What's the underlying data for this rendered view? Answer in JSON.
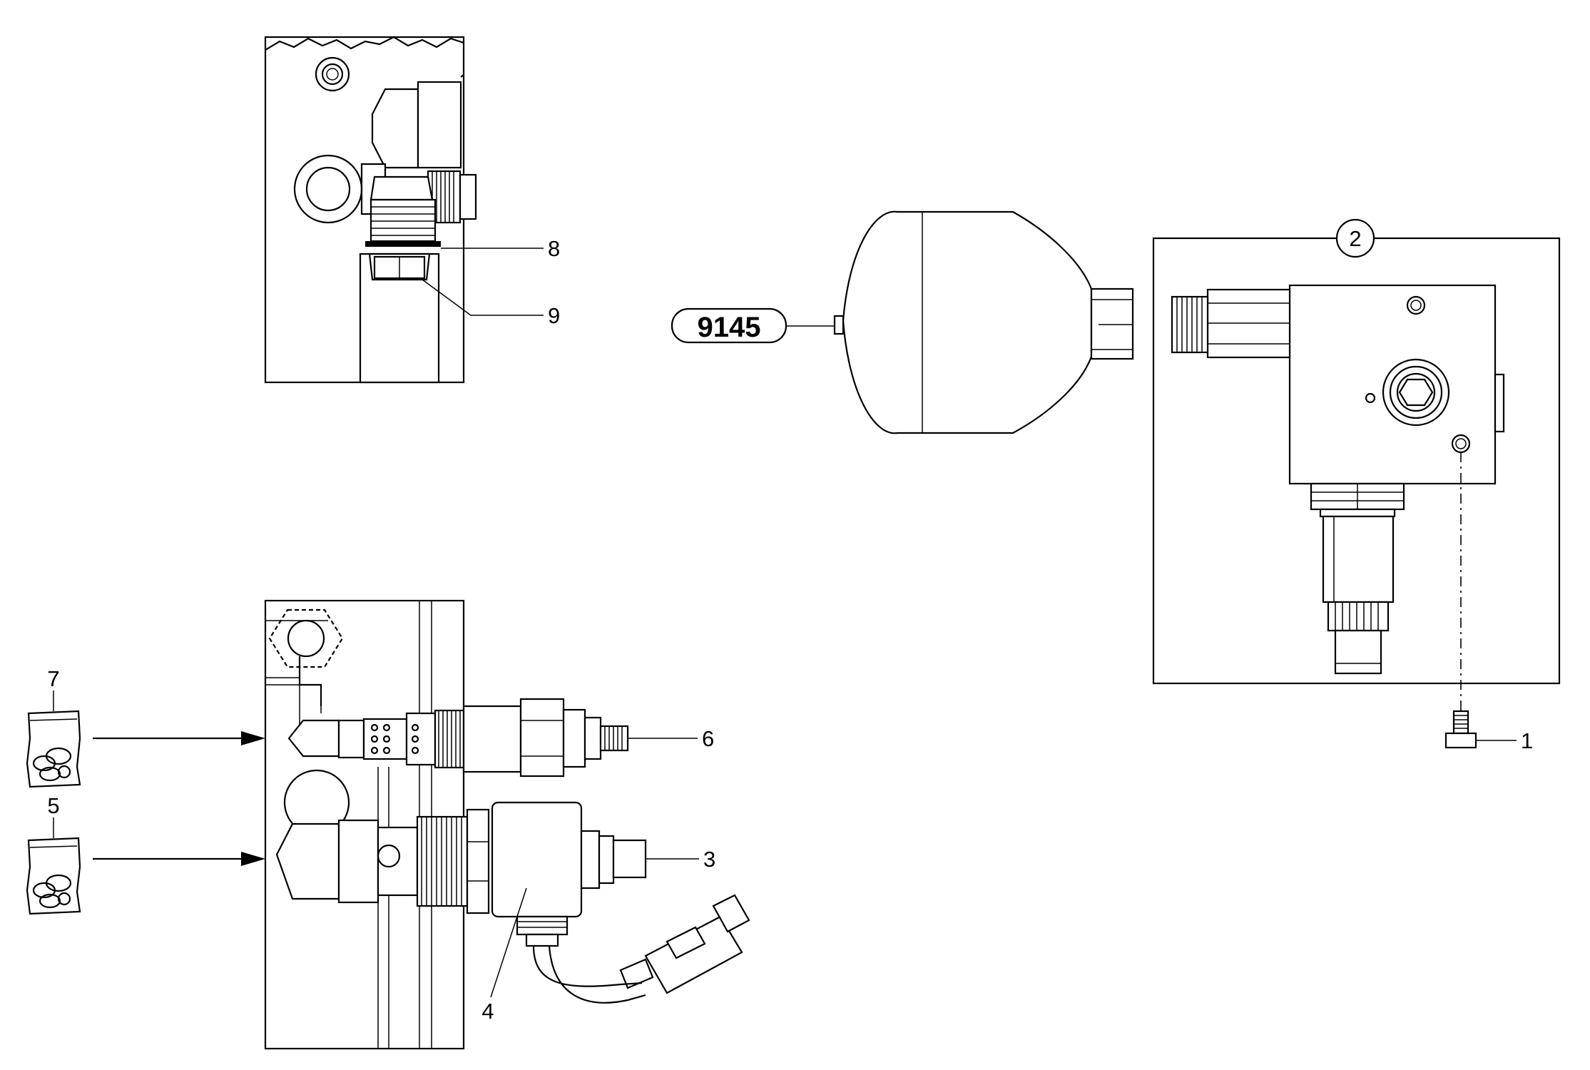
{
  "callouts": {
    "c1": "1",
    "c2": "2",
    "c3": "3",
    "c4": "4",
    "c5": "5",
    "c6": "6",
    "c7": "7",
    "c8": "8",
    "c9": "9"
  },
  "reference_label": "9145",
  "colors": {
    "line": "#000000",
    "background": "#ffffff"
  }
}
